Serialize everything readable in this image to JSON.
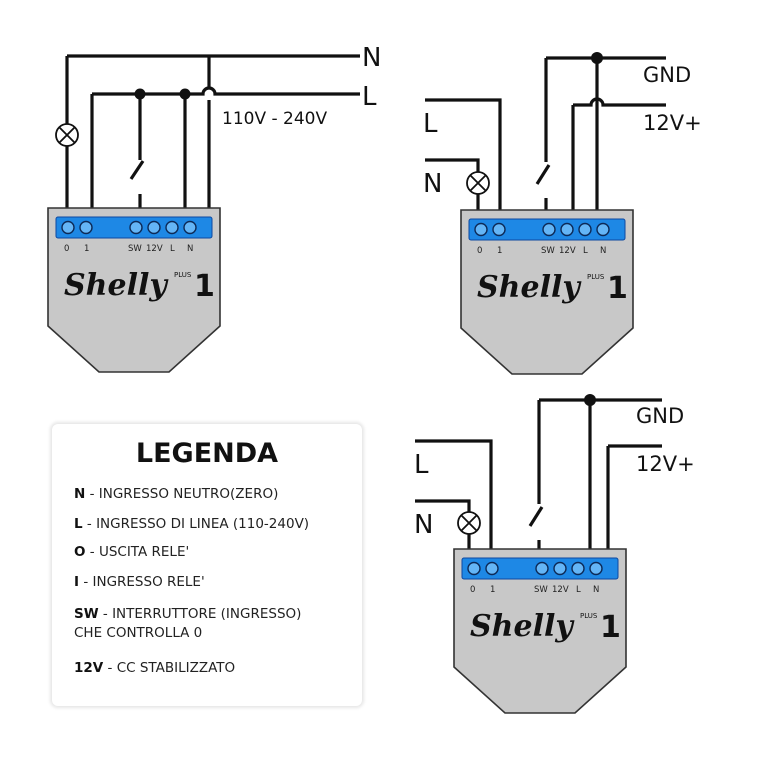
{
  "diagram_top_left": {
    "line_labels": [
      "N",
      "L"
    ],
    "voltage": "110V - 240V",
    "terminals": [
      "0",
      "1",
      "SW",
      "12V",
      "L",
      "N"
    ],
    "brand": {
      "name": "Shelly",
      "plus": "PLUS",
      "model": "1"
    }
  },
  "diagram_top_right": {
    "labels": [
      "L",
      "N",
      "GND",
      "12V+"
    ],
    "terminals": [
      "0",
      "1",
      "SW",
      "12V",
      "L",
      "N"
    ],
    "brand": {
      "name": "Shelly",
      "plus": "PLUS",
      "model": "1"
    }
  },
  "diagram_bottom_right": {
    "labels": [
      "L",
      "N",
      "GND",
      "12V+"
    ],
    "terminals": [
      "0",
      "1",
      "SW",
      "12V",
      "L",
      "N"
    ],
    "brand": {
      "name": "Shelly",
      "plus": "PLUS",
      "model": "1"
    }
  },
  "legend": {
    "title": "LEGENDA",
    "items": [
      {
        "key": "N",
        "text": " - INGRESSO NEUTRO(ZERO)"
      },
      {
        "key": "L",
        "text": " - INGRESSO DI LINEA (110-240V)"
      },
      {
        "key": "O",
        "text": " - USCITA RELE'"
      },
      {
        "key": "I",
        "text": " - INGRESSO RELE'"
      },
      {
        "key": "SW",
        "text": " - INTERRUTTORE (INGRESSO)"
      },
      {
        "key": "",
        "text": "CHE CONTROLLA 0"
      },
      {
        "key": "12V",
        "text": " - CC STABILIZZATO"
      }
    ]
  },
  "colors": {
    "terminal_strip": "#1e88e5",
    "device_body": "#c8c8c8",
    "wire": "#111111"
  }
}
